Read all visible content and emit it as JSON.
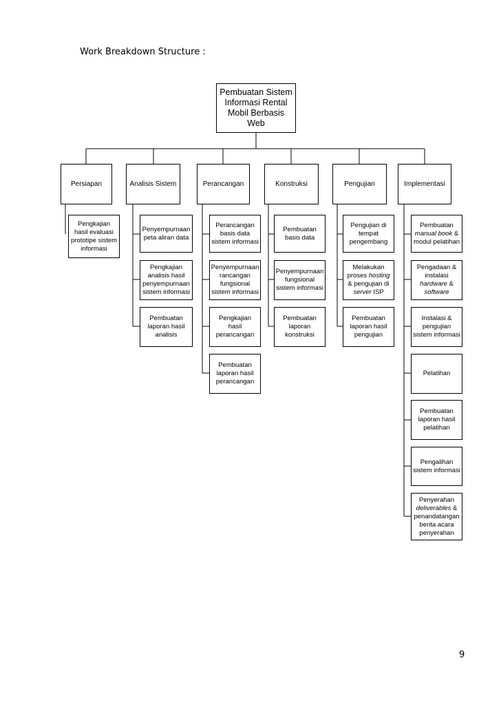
{
  "heading": "Work Breakdown Structure :",
  "page_number": "9",
  "root": "Pembuatan Sistem Informasi Rental Mobil Berbasis Web",
  "phases": [
    {
      "label": "Persiapan",
      "tasks": [
        "Pengkajian hasil evaluasi prototipe sistem informasi"
      ]
    },
    {
      "label": "Analisis Sistem",
      "tasks": [
        "Penyempurnaan peta aliran data",
        "Pengkajian analisis hasil penyempurnaan sistem informasi",
        "Pembuatan laporan hasil analisis"
      ]
    },
    {
      "label": "Perancangan",
      "tasks": [
        "Perancangan basis data sistem informasi",
        "Penyempurnaan rancangan fungsional sistem informasi",
        "Pengkajian hasil perancangan",
        "Pembuatan laporan hasil perancangan"
      ]
    },
    {
      "label": "Konstruksi",
      "tasks": [
        "Pembuatan basis data",
        "Penyempurnaan fungsional sistem informasi",
        "Pembuatan laporan konstruksi"
      ]
    },
    {
      "label": "Pengujian",
      "tasks": [
        "Pengujian di tempat pengembang",
        "Melakukan proses hosting & pengujian di server ISP",
        "Pembuatan laporan hasil pengujian"
      ]
    },
    {
      "label": "Implementasi",
      "tasks": [
        "Pembuatan manual book & modul pelatihan",
        "Pengadaan & instalasi hardware & software",
        "Instalasi & pengujian sistem informasi",
        "Pelatihan",
        "Pembuatan laporan hasil pelatihan",
        "Pengalihan sistem informasi",
        "Penyerahan deliverables & penandatangan berita acara penyerahan"
      ]
    }
  ]
}
